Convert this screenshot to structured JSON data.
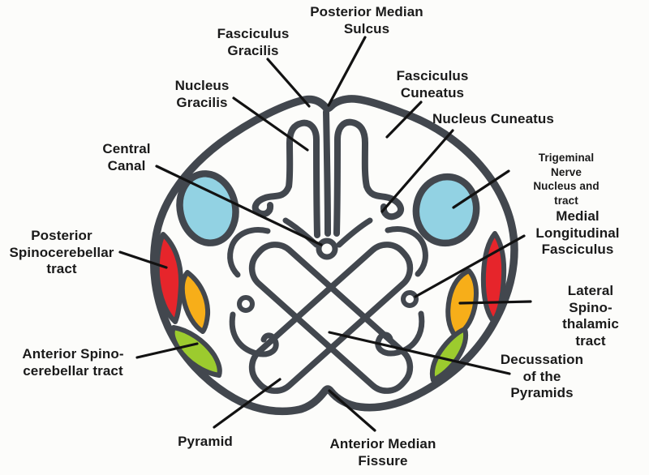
{
  "figure": {
    "labels": {
      "posterior_median_sulcus": "Posterior Median\nSulcus",
      "fasciculus_gracilis": "Fasciculus\nGracilis",
      "nucleus_gracilis": "Nucleus\nGracilis",
      "fasciculus_cuneatus": "Fasciculus\nCuneatus",
      "nucleus_cuneatus": "Nucleus Cuneatus",
      "central_canal": "Central\nCanal",
      "trigeminal": "Trigeminal Nerve\nNucleus and tract",
      "medial_longitudinal_fasciculus": "Medial\nLongitudinal\nFasciculus",
      "posterior_spinocerebellar": "Posterior\nSpinocerebellar\ntract",
      "lateral_spinothalamic": "Lateral Spino-\nthalamic tract",
      "anterior_spinocerebellar": "Anterior Spino-\ncerebellar tract",
      "decussation": "Decussation\nof the\nPyramids",
      "pyramid": "Pyramid",
      "anterior_median_fissure": "Anterior Median\nFissure"
    },
    "colors": {
      "outline": "#42474e",
      "label_text": "#1a1a1a",
      "leader_line": "#121212",
      "trigeminal_blue": "#92d2e3",
      "tract_red": "#e6252b",
      "tract_orange": "#f7ae19",
      "tract_green": "#9ccb2e",
      "background": "#fcfcfa"
    }
  }
}
